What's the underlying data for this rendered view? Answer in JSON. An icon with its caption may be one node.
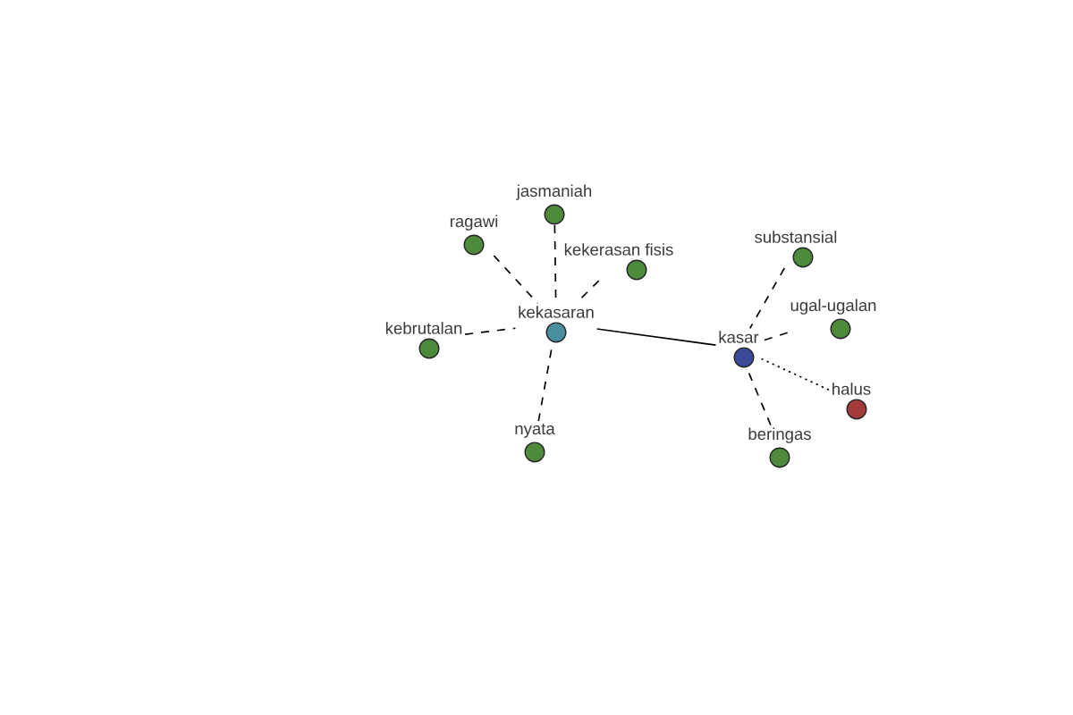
{
  "diagram": {
    "nodes": [
      {
        "text": [
          "kekasaran"
        ]
      },
      {
        "text": [
          "ragawi"
        ]
      },
      {
        "text": [
          "jasmaniah"
        ]
      },
      {
        "text": [
          "kekerasan fisis"
        ]
      },
      {
        "text": [
          "kebrutalan"
        ]
      },
      {
        "text": [
          "nyata"
        ]
      },
      {
        "text": [
          "kasar"
        ]
      },
      {
        "text": [
          "substansial"
        ]
      },
      {
        "text": [
          "ugal-ugalan"
        ]
      },
      {
        "text": [
          "halus"
        ]
      },
      {
        "text": [
          "beringas"
        ]
      }
    ],
    "edges": [
      {
        "from": 1,
        "to": 0,
        "arrow": "none",
        "style": "dashed"
      },
      {
        "from": 2,
        "to": 0,
        "arrow": "none",
        "style": "dashed"
      },
      {
        "from": 3,
        "to": 0,
        "arrow": "none",
        "style": "dashed"
      },
      {
        "from": 4,
        "to": 0,
        "arrow": "none",
        "style": "dashed"
      },
      {
        "from": 5,
        "to": 0,
        "arrow": "none",
        "style": "dashed"
      },
      {
        "from": 0,
        "to": 6,
        "arrow": "none"
      },
      {
        "from": 7,
        "to": 6,
        "arrow": "none",
        "style": "dashed"
      },
      {
        "from": 8,
        "to": 6,
        "arrow": "none",
        "style": "dashed"
      },
      {
        "from": 9,
        "to": 6,
        "arrow": "none",
        "style": "dashed"
      },
      {
        "from": 10,
        "to": 6,
        "arrow": "none",
        "style": "dashed"
      }
    ]
  }
}
